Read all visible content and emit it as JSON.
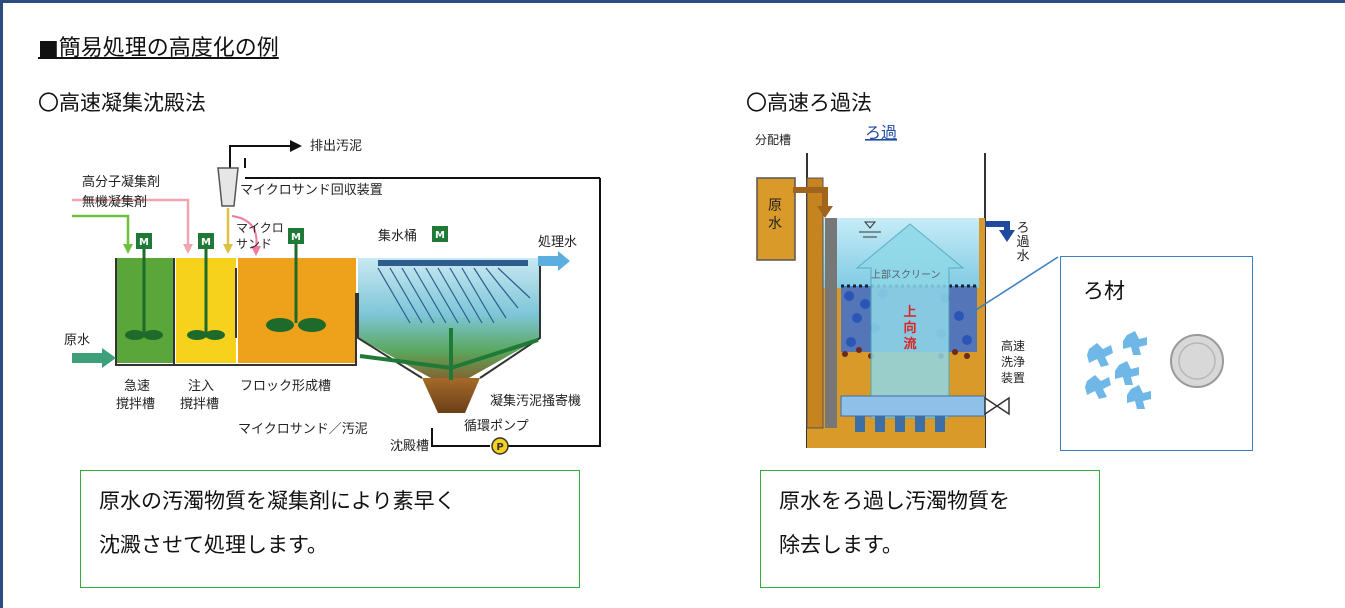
{
  "heading": "■簡易処理の高度化の例",
  "left": {
    "subtitle": "〇高速凝集沈殿法",
    "labels": {
      "excess_sludge": "排出汚泥",
      "polymer": "高分子凝集剤",
      "inorganic": "無機凝集剤",
      "recovery": "マイクロサンド回収装置",
      "microsand_1": "マイクロ",
      "microsand_2": "サンド",
      "collector": "集水桶",
      "treated": "処理水",
      "raw_water": "原水",
      "rapid_1": "急速",
      "rapid_2": "撹拌槽",
      "inject_1": "注入",
      "inject_2": "撹拌槽",
      "floc": "フロック形成槽",
      "scraper": "凝集汚泥掻寄機",
      "sand_sludge": "マイクロサンド／汚泥",
      "settling": "沈殿槽",
      "pump": "循環ポンプ",
      "motor": "M",
      "pump_mark": "P"
    },
    "note": [
      "原水の汚濁物質を凝集剤により素早く",
      "沈澱させて処理します。"
    ]
  },
  "right": {
    "subtitle": "〇高速ろ過法",
    "labels": {
      "distribution": "分配槽",
      "filtration": "ろ過",
      "raw_1": "原",
      "raw_2": "水",
      "filtered_1": "ろ",
      "filtered_2": "過",
      "filtered_3": "水",
      "screen": "上部スクリーン",
      "up_1": "上",
      "up_2": "向",
      "up_3": "流",
      "wash_1": "高速",
      "wash_2": "洗浄",
      "wash_3": "装置"
    },
    "inset_label": "ろ材",
    "note": [
      "原水をろ過し汚濁物質を",
      "除去します。"
    ]
  },
  "colors": {
    "frame": "#2d4c80",
    "note_border": "#2fae3a",
    "inset_border": "#3b7fc4",
    "tank_green": "#5aa63a",
    "tank_yellow": "#f6d21c",
    "tank_orange": "#eea21c",
    "water_blue": "#a9d9ef",
    "media_blue": "#3c6fd0"
  }
}
